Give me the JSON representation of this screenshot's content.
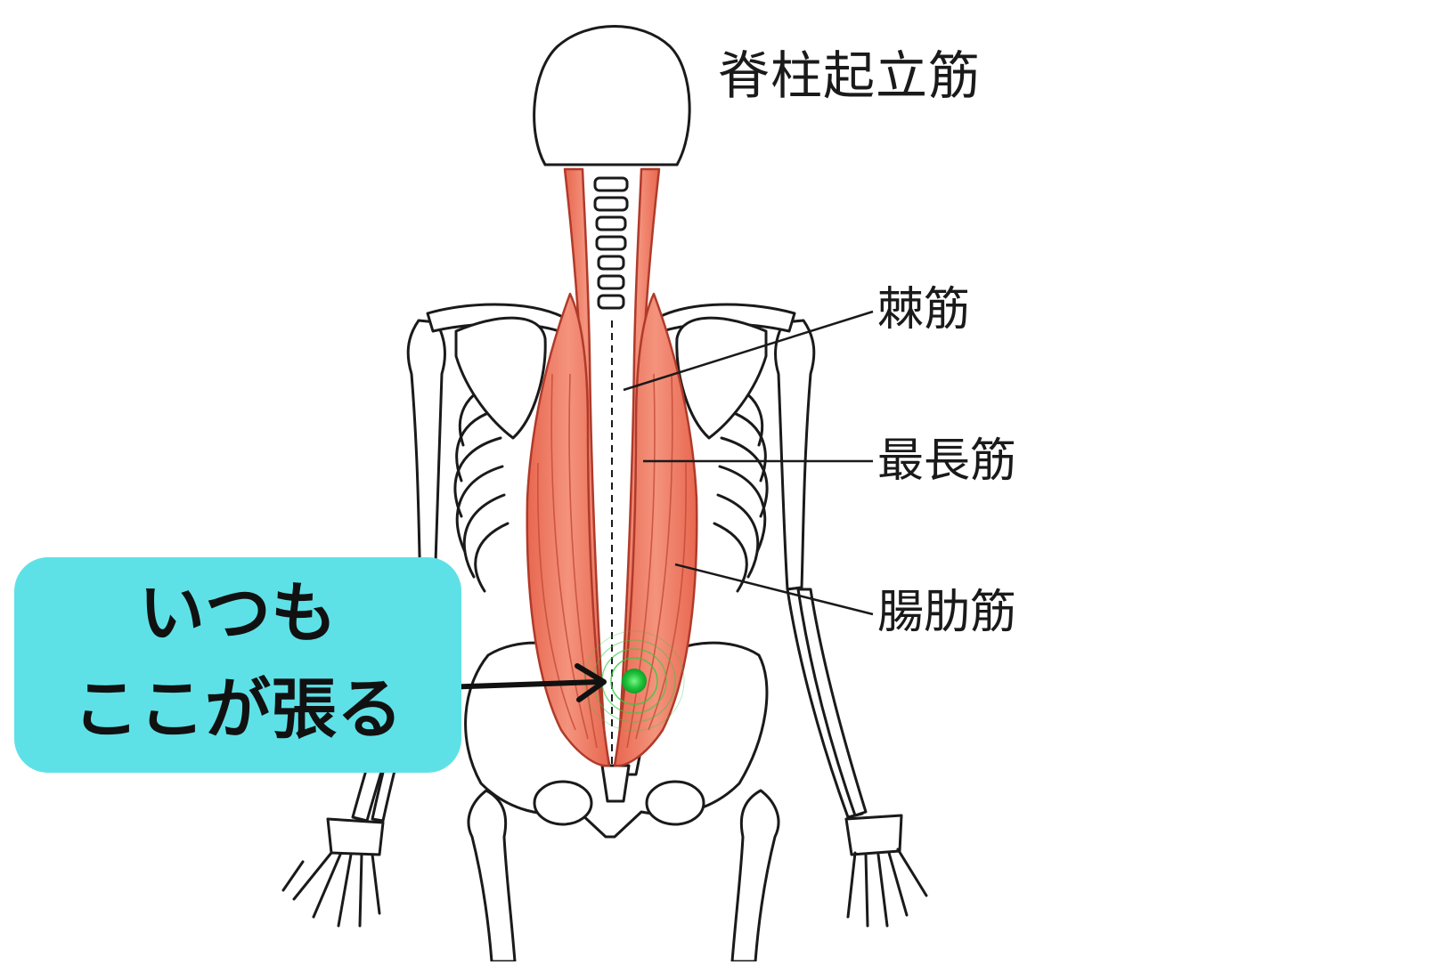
{
  "title": "脊柱起立筋",
  "labels": {
    "spinalis": "棘筋",
    "longissimus": "最長筋",
    "iliocostalis": "腸肋筋"
  },
  "callout": {
    "line1": "いつも",
    "line2": "ここが張る"
  },
  "colors": {
    "muscle": "#f08068",
    "muscle_stroke": "#b03a2a",
    "bone_stroke": "#1a1a1a",
    "callout_bg": "#5ee1e6",
    "marker": "#2ecc40"
  }
}
